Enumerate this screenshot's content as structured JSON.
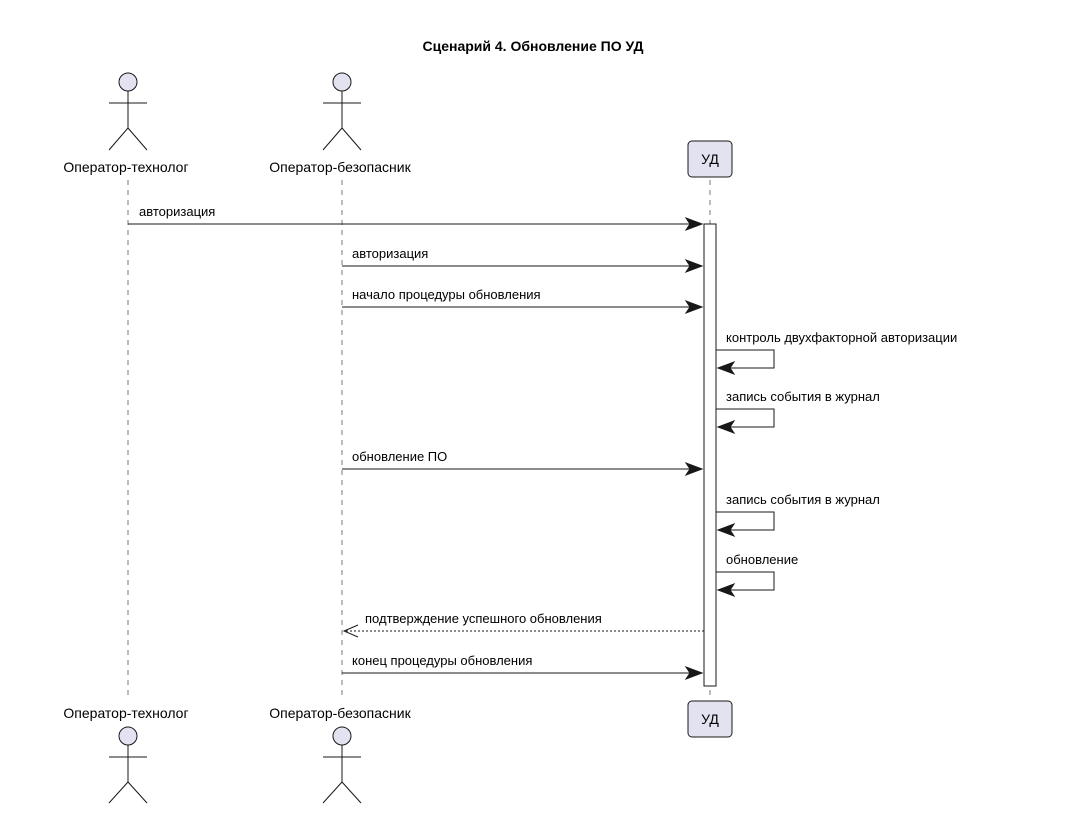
{
  "title": "Сценарий 4. Обновление ПО УД",
  "participants": {
    "tech": "Оператор-технолог",
    "sec": "Оператор-безопасник",
    "ud": "УД"
  },
  "messages": [
    {
      "from": "tech",
      "to": "ud",
      "label": "авторизация",
      "type": "sync"
    },
    {
      "from": "sec",
      "to": "ud",
      "label": "авторизация",
      "type": "sync"
    },
    {
      "from": "sec",
      "to": "ud",
      "label": "начало процедуры обновления",
      "type": "sync"
    },
    {
      "from": "ud",
      "to": "ud",
      "label": "контроль двухфакторной авторизации",
      "type": "self"
    },
    {
      "from": "ud",
      "to": "ud",
      "label": "запись события в журнал",
      "type": "self"
    },
    {
      "from": "sec",
      "to": "ud",
      "label": "обновление ПО",
      "type": "sync"
    },
    {
      "from": "ud",
      "to": "ud",
      "label": "запись события в журнал",
      "type": "self"
    },
    {
      "from": "ud",
      "to": "ud",
      "label": "обновление",
      "type": "self"
    },
    {
      "from": "ud",
      "to": "sec",
      "label": "подтверждение успешного обновления",
      "type": "reply"
    },
    {
      "from": "sec",
      "to": "ud",
      "label": "конец процедуры обновления",
      "type": "sync"
    }
  ]
}
